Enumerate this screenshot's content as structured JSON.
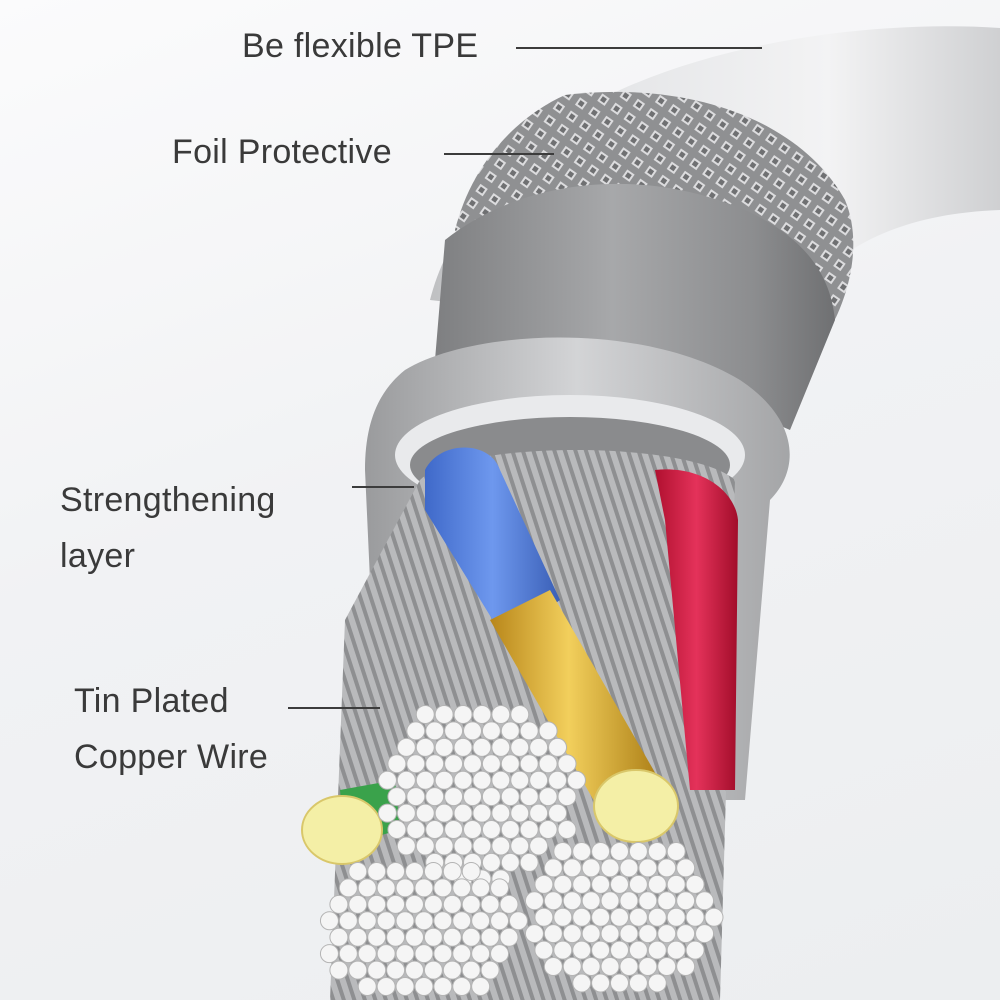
{
  "labels": {
    "tpe": "Be flexible TPE",
    "foil": "Foil Protective",
    "strengthening_line1": "Strengthening",
    "strengthening_line2": "layer",
    "copper_line1": "Tin Plated",
    "copper_line2": "Copper Wire"
  },
  "colors": {
    "jacket": "#d9dadc",
    "foil": "#b7b8ba",
    "strengthening": "#a9aaac",
    "wire_blue": "#4f7ee0",
    "wire_red": "#d9204a",
    "wire_gold": "#e2b338",
    "wire_green": "#3aa24b",
    "conductor_end": "#f4efa6",
    "copper_strands": "#f5f5f5"
  }
}
